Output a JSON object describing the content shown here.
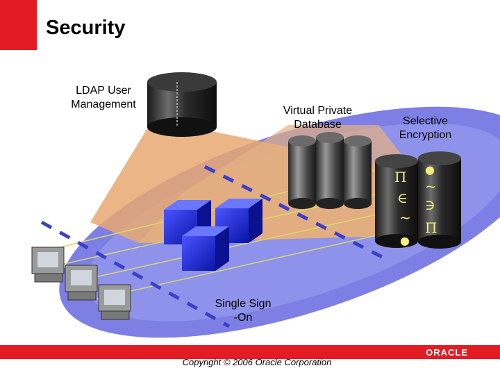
{
  "title": "Security",
  "labels": {
    "ldap": "LDAP User\nManagement",
    "vpd": "Virtual Private\nDatabase",
    "encryption": "Selective\nEncryption",
    "sso": "Single Sign\n-On"
  },
  "encrypted_symbols": [
    "Π",
    "∈",
    "~",
    "∋",
    "~",
    "Π",
    "●",
    "●"
  ],
  "footer": {
    "copyright": "Copyright © 2006 Oracle Corporation",
    "logo": "ORACLE"
  },
  "colors": {
    "accent_red": "#e31b23",
    "ellipse": "#7d7fe4",
    "beam": "#e8a871",
    "cube": "#1f2ee6",
    "dashed_line": "#3b3fcc"
  }
}
